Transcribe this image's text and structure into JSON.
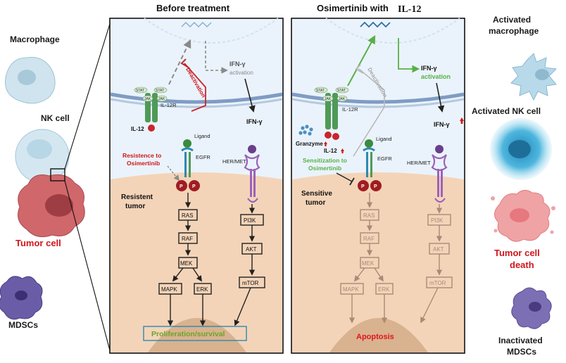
{
  "titles": {
    "before": "Before treatment",
    "after_prefix": "Osimertinib with ",
    "after_suffix": "IL-12"
  },
  "left_labels": {
    "macrophage": "Macrophage",
    "nk_cell": "NK cell",
    "tumor_cell": "Tumor cell",
    "mdscs": "MDSCs"
  },
  "right_labels": {
    "activated_macrophage_1": "Activated",
    "activated_macrophage_2": "macrophage",
    "activated_nk": "Activated NK cell",
    "tumor_death_1": "Tumor cell",
    "tumor_death_2": "death",
    "inactivated_1": "Inactivated",
    "inactivated_2": "MDSCs"
  },
  "left_panel": {
    "ifn_activation_1": "IFN-γ",
    "ifn_activation_2": "activation",
    "ifn": "IFN-γ",
    "deactivation": "Deactivation",
    "il12r": "IL-12R",
    "il12": "IL-12",
    "stat": "STAT",
    "jak": "JAK",
    "ligand": "Ligand",
    "egfr": "EGFR",
    "her_met": "HER/MET",
    "resistance_1": "Resistence to",
    "resistance_2": "Osimertinib",
    "tumor_label_1": "Resistent",
    "tumor_label_2": "tumor",
    "p": "P",
    "ras": "RAS",
    "raf": "RAF",
    "mek": "MEK",
    "mapk": "MAPK",
    "erk": "ERK",
    "pi3k": "PI3K",
    "akt": "AKT",
    "mtor": "mTOR",
    "outcome": "Proliferation/survival"
  },
  "right_panel": {
    "ifn_activation_1": "IFN-γ",
    "ifn_activation_2": "activation",
    "ifn": "IFN-γ",
    "deactivation": "Deactivation",
    "il12r": "IL-12R",
    "il12": "IL-12",
    "granzyme": "Granzyme",
    "stat": "STAT",
    "jak": "JAK",
    "ligand": "Ligand",
    "egfr": "EGFR",
    "her_met": "HER/MET",
    "sensitization_1": "Sensitization to",
    "sensitization_2": "Osimertinib",
    "tumor_label_1": "Sensitive",
    "tumor_label_2": "tumor",
    "p": "P",
    "ras": "RAS",
    "raf": "RAF",
    "mek": "MEK",
    "mapk": "MAPK",
    "erk": "ERK",
    "pi3k": "PI3K",
    "akt": "AKT",
    "mtor": "mTOR",
    "outcome": "Apoptosis"
  },
  "colors": {
    "membrane_blue": "#7f9cc4",
    "cytoplasm_blue": "#eaf3fb",
    "tumor_peach": "#f4d4b8",
    "nucleus_tan": "#d9b28f",
    "activation_green": "#59b047",
    "inhibition_red": "#c8262c",
    "outcome_green": "#6aa42a",
    "outcome_red": "#e0141c",
    "receptor_green": "#4f9a57",
    "her_purple": "#9c63b8"
  }
}
